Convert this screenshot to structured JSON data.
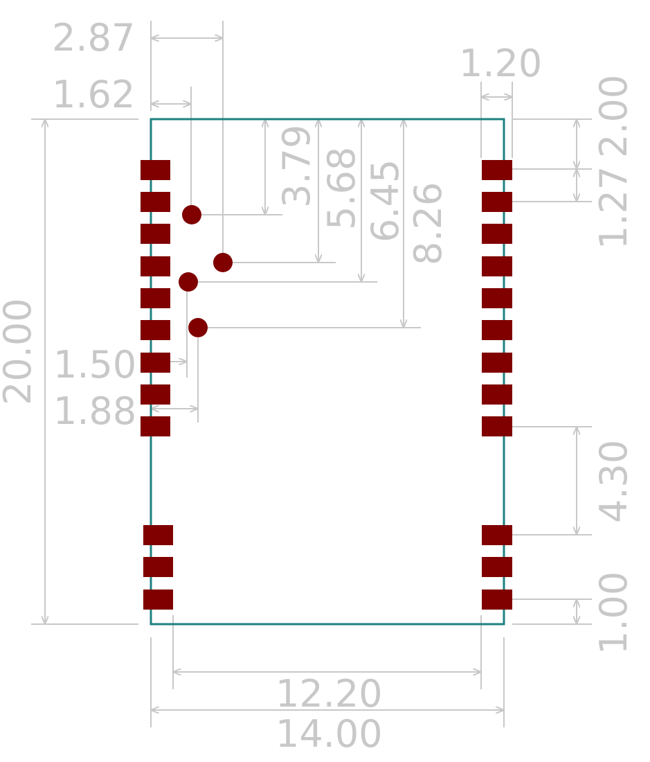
{
  "colors": {
    "outline": "#1e8080",
    "pad": "#800000",
    "dimension": "#c8c8c8",
    "background": "#ffffff"
  },
  "dimensions": {
    "d_2_87": "2.87",
    "d_1_62": "1.62",
    "d_1_20": "1.20",
    "d_2_00": "2.00",
    "d_1_27": "1.27",
    "d_3_79": "3.79",
    "d_5_68": "5.68",
    "d_6_45": "6.45",
    "d_8_26": "8.26",
    "d_20_00": "20.00",
    "d_1_50": "1.50",
    "d_1_88": "1.88",
    "d_4_30": "4.30",
    "d_1_00": "1.00",
    "d_12_20": "12.20",
    "d_14_00": "14.00"
  }
}
